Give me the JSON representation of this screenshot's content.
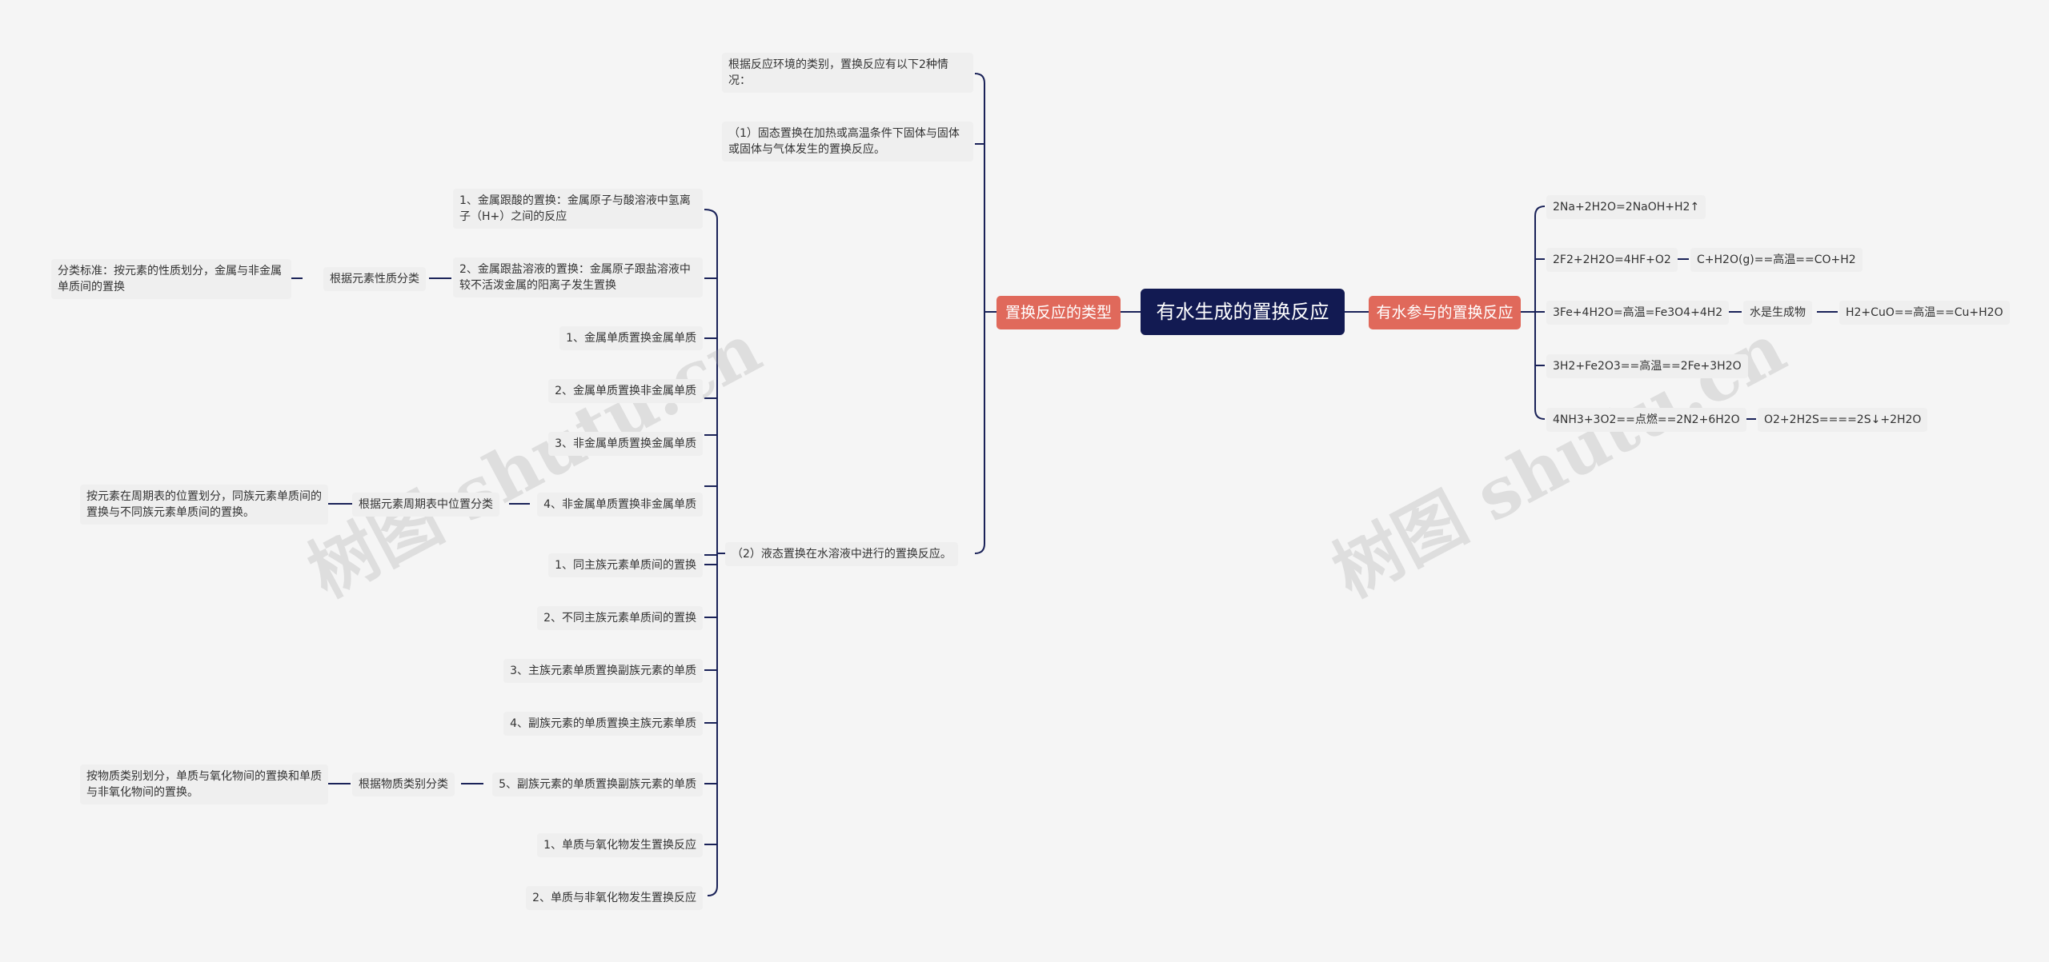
{
  "root": {
    "label": "有水生成的置换反应"
  },
  "left_branch": {
    "label": "置换反应的类型",
    "items": [
      "根据反应环境的类别，置换反应有以下2种情况：",
      "（1）固态置换在加热或高温条件下固体与固体或固体与气体发生的置换反应。",
      "（2）液态置换在水溶液中进行的置换反应。"
    ],
    "liquid_children": [
      "1、金属跟酸的置换：金属原子与酸溶液中氢离子（H+）之间的反应",
      "2、金属跟盐溶液的置换：金属原子跟盐溶液中较不活泼金属的阳离子发生置换",
      "1、金属单质置换金属单质",
      "2、金属单质置换非金属单质",
      "3、非金属单质置换金属单质",
      "4、非金属单质置换非金属单质",
      "1、同主族元素单质间的置换",
      "2、不同主族元素单质间的置换",
      "3、主族元素单质置换副族元素的单质",
      "4、副族元素的单质置换主族元素单质",
      "5、副族元素的单质置换副族元素的单质",
      "1、单质与氧化物发生置换反应",
      "2、单质与非氧化物发生置换反应"
    ],
    "classifiers": [
      {
        "label": "根据元素性质分类",
        "note": "分类标准：按元素的性质划分，金属与非金属单质间的置换"
      },
      {
        "label": "根据元素周期表中位置分类",
        "note": "按元素在周期表的位置划分，同族元素单质间的置换与不同族元素单质间的置换。"
      },
      {
        "label": "根据物质类别分类",
        "note": "按物质类别划分，单质与氧化物间的置换和单质与非氧化物间的置换。"
      }
    ]
  },
  "right_branch": {
    "label": "有水参与的置换反应",
    "items": [
      "2Na+2H2O=2NaOH+H2↑",
      "2F2+2H2O=4HF+O2",
      "3Fe+4H2O=高温=Fe3O4+4H2",
      "3H2+Fe2O3==高温==2Fe+3H2O",
      "4NH3+3O2==点燃==2N2+6H2O"
    ],
    "subs": [
      "C+H2O(g)==高温==CO+H2",
      "水是生成物",
      "H2+CuO==高温==Cu+H2O",
      "O2+2H2S====2S↓+2H2O"
    ]
  },
  "watermarks": [
    "树图 shutu.cn",
    "树图 shutu.cn"
  ],
  "colors": {
    "root_bg": "#121a52",
    "branch_bg": "#e0695b",
    "line": "#1a2258",
    "node_bg": "#efefef",
    "bg": "#f5f5f5"
  }
}
